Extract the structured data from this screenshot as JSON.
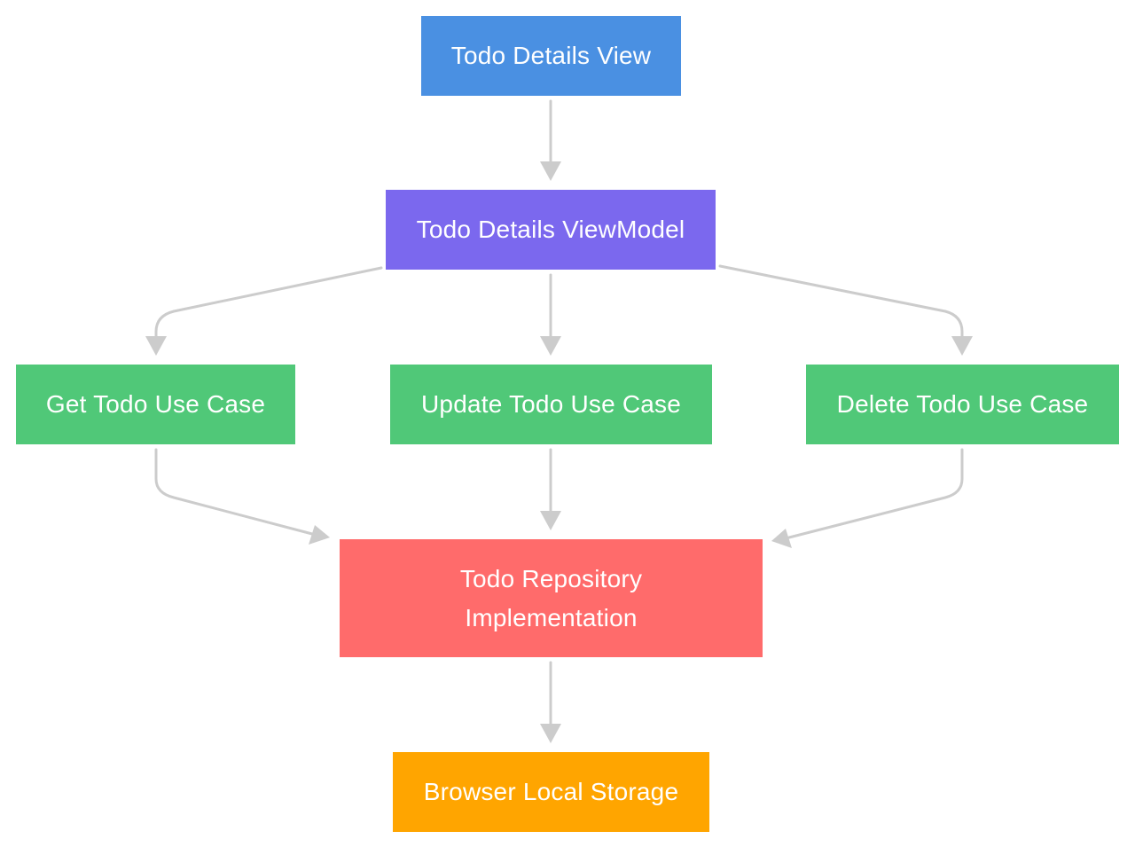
{
  "colors": {
    "view": "#4a90e2",
    "viewmodel": "#7b68ee",
    "usecase": "#50c878",
    "repository": "#ff6b6b",
    "storage": "#ffa500",
    "edge": "#cccccc",
    "text": "#ffffff"
  },
  "nodes": {
    "view": {
      "label": "Todo Details View"
    },
    "viewmodel": {
      "label": "Todo Details ViewModel"
    },
    "get": {
      "label": "Get Todo Use Case"
    },
    "update": {
      "label": "Update Todo Use Case"
    },
    "delete": {
      "label": "Delete Todo Use Case"
    },
    "repository": {
      "label_line1": "Todo Repository",
      "label_line2": "Implementation"
    },
    "storage": {
      "label": "Browser Local Storage"
    }
  },
  "edges": [
    {
      "from": "view",
      "to": "viewmodel"
    },
    {
      "from": "viewmodel",
      "to": "get"
    },
    {
      "from": "viewmodel",
      "to": "update"
    },
    {
      "from": "viewmodel",
      "to": "delete"
    },
    {
      "from": "get",
      "to": "repository"
    },
    {
      "from": "update",
      "to": "repository"
    },
    {
      "from": "delete",
      "to": "repository"
    },
    {
      "from": "repository",
      "to": "storage"
    }
  ]
}
